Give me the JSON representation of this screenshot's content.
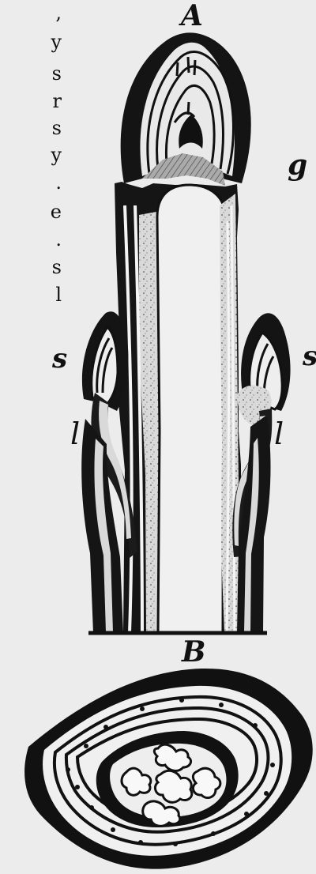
{
  "labels": {
    "a": "A",
    "g": "g",
    "s_left": "s",
    "s_right": "s",
    "l_left": "l",
    "l_right": "l",
    "b": "B"
  },
  "text_fragment": {
    "chars": [
      ",",
      "y",
      "s",
      "r",
      "s",
      "y",
      ".",
      "e",
      ".",
      "s",
      "l"
    ]
  },
  "colors": {
    "ink": "#111111",
    "paper": "#ececec",
    "light_tissue": "#d9d9d9"
  }
}
